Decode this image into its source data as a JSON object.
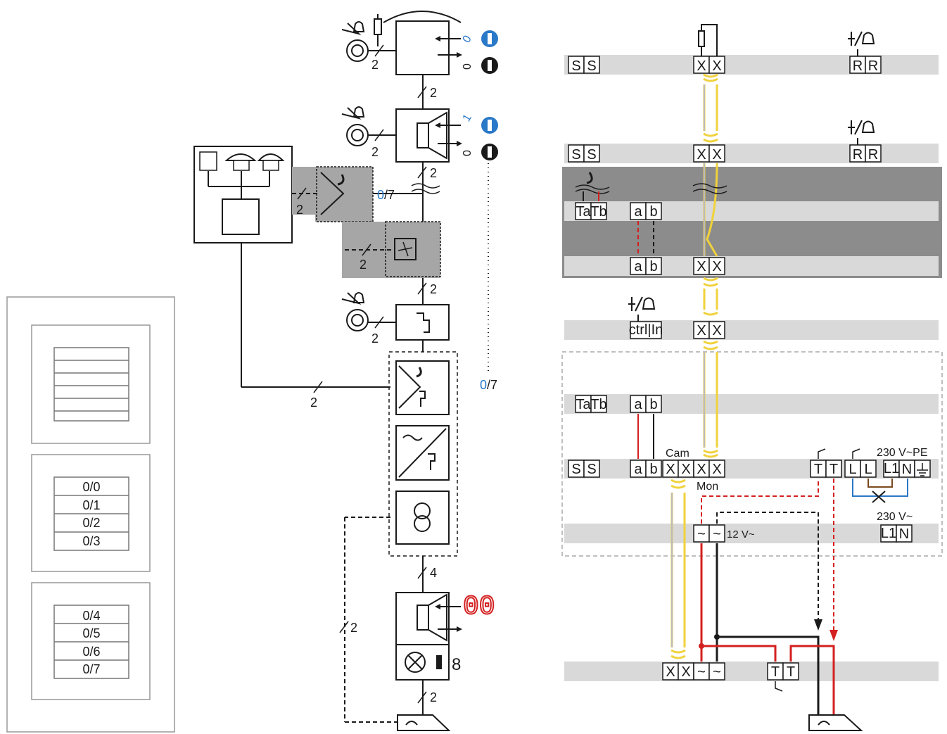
{
  "colors": {
    "rail": "#d9d9d9",
    "dark_band": "#8c8c8c",
    "shaded_box": "#a6a6a6",
    "yellow_wire": "#f0d23c",
    "red_wire": "#d42020",
    "blue_wire": "#2a78c8",
    "brown_wire": "#7a4a1e",
    "indicator_blue": "#2a78c8",
    "display_red": "#d42020"
  },
  "icons": [
    "siren-icon",
    "bell-icon",
    "camera-icon",
    "door-opener-icon",
    "phone-icon",
    "power-supply-icon",
    "transformer-icon",
    "monitor-icon",
    "light-icon",
    "doorbell-button-icon"
  ],
  "panel": {
    "top_buttons": [
      "0/0",
      "0/1",
      "0/2",
      "0/3"
    ],
    "bottom_buttons": [
      "0/4",
      "0/5",
      "0/6",
      "0/7"
    ]
  },
  "left_diagram": {
    "labels": {
      "wire_count_2": "2",
      "wire_count_4": "4",
      "address_07_a": {
        "a": "0",
        "b": "/7"
      },
      "address_07_b": {
        "a": "0",
        "b": "/7"
      },
      "indicator_top_blue": "0",
      "indicator_top_black": "0",
      "indicator_mid_blue": "1",
      "indicator_mid_black": "0",
      "display_digits": "00",
      "display_8": "8"
    }
  },
  "right_diagram": {
    "rows": {
      "r1": {
        "left": [
          "S",
          "S"
        ],
        "mid": [
          "X",
          "X"
        ],
        "right": [
          "R",
          "R"
        ]
      },
      "r2": {
        "left": [
          "S",
          "S"
        ],
        "mid": [
          "X",
          "X"
        ],
        "right": [
          "R",
          "R"
        ]
      },
      "r3a": {
        "left": [
          "Ta",
          "Tb"
        ],
        "mid": [
          "a",
          "b"
        ]
      },
      "r3b": {
        "mid": [
          "a",
          "b"
        ],
        "x": [
          "X",
          "X"
        ]
      },
      "r4": {
        "ctrl": "ctrl",
        "in": "In",
        "x": [
          "X",
          "X"
        ]
      },
      "r5": {
        "left": [
          "Ta",
          "Tb"
        ],
        "mid": [
          "a",
          "b"
        ]
      },
      "r6": {
        "left": [
          "S",
          "S"
        ],
        "ab": [
          "a",
          "b"
        ],
        "x": [
          "X",
          "X",
          "X",
          "X"
        ],
        "t": [
          "T",
          "T"
        ],
        "l": [
          "L",
          "L"
        ],
        "l1": "L1",
        "n": "N"
      },
      "r7": {
        "tilde": [
          "~",
          "~"
        ],
        "l1": "L1",
        "n": "N"
      },
      "r8": {
        "x": [
          "X",
          "X"
        ],
        "tilde": [
          "~",
          "~"
        ],
        "t": [
          "T",
          "T"
        ]
      }
    },
    "labels": {
      "cam": "Cam",
      "mon": "Mon",
      "v230pe": "230 V~PE",
      "v230": "230 V~",
      "v12": "12 V~"
    }
  }
}
